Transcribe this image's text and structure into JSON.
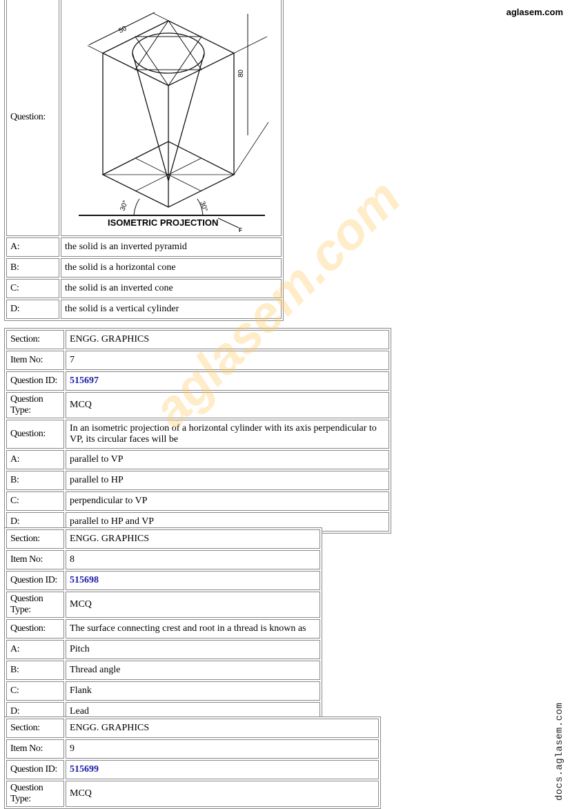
{
  "header": {
    "brand": "aglasem.com"
  },
  "watermark": "aglasem.com",
  "side_brand": "docs.aglasem.com",
  "top_question": {
    "label_question": "Question:",
    "figure": {
      "dim_top": "50",
      "dim_side": "80",
      "angle_left": "30°",
      "angle_right": "30°",
      "caption": "ISOMETRIC PROJECTION",
      "marker": "F"
    },
    "options": [
      {
        "key": "A:",
        "text": "the solid is an inverted pyramid"
      },
      {
        "key": "B:",
        "text": "the solid is a horizontal cone"
      },
      {
        "key": "C:",
        "text": "the solid is an inverted cone"
      },
      {
        "key": "D:",
        "text": "the solid is a vertical cylinder"
      }
    ]
  },
  "labels": {
    "section": "Section:",
    "item_no": "Item No:",
    "question_id": "Question ID:",
    "question_type": "Question Type:",
    "question": "Question:"
  },
  "questions": [
    {
      "section": "ENGG. GRAPHICS",
      "item_no": "7",
      "question_id": "515697",
      "question_type": "MCQ",
      "question": "In an isometric projection of a horizontal cylinder with its axis perpendicular to VP, its circular faces will be",
      "options": [
        {
          "key": "A:",
          "text": "parallel to VP"
        },
        {
          "key": "B:",
          "text": "parallel to HP"
        },
        {
          "key": "C:",
          "text": "perpendicular to VP"
        },
        {
          "key": "D:",
          "text": "parallel to HP and VP"
        }
      ]
    },
    {
      "section": "ENGG. GRAPHICS",
      "item_no": "8",
      "question_id": "515698",
      "question_type": "MCQ",
      "question": "The surface connecting crest and root in a thread is known as",
      "options": [
        {
          "key": "A:",
          "text": "Pitch"
        },
        {
          "key": "B:",
          "text": "Thread angle"
        },
        {
          "key": "C:",
          "text": "Flank"
        },
        {
          "key": "D:",
          "text": "Lead"
        }
      ]
    },
    {
      "section": "ENGG. GRAPHICS",
      "item_no": "9",
      "question_id": "515699",
      "question_type": "MCQ"
    }
  ]
}
